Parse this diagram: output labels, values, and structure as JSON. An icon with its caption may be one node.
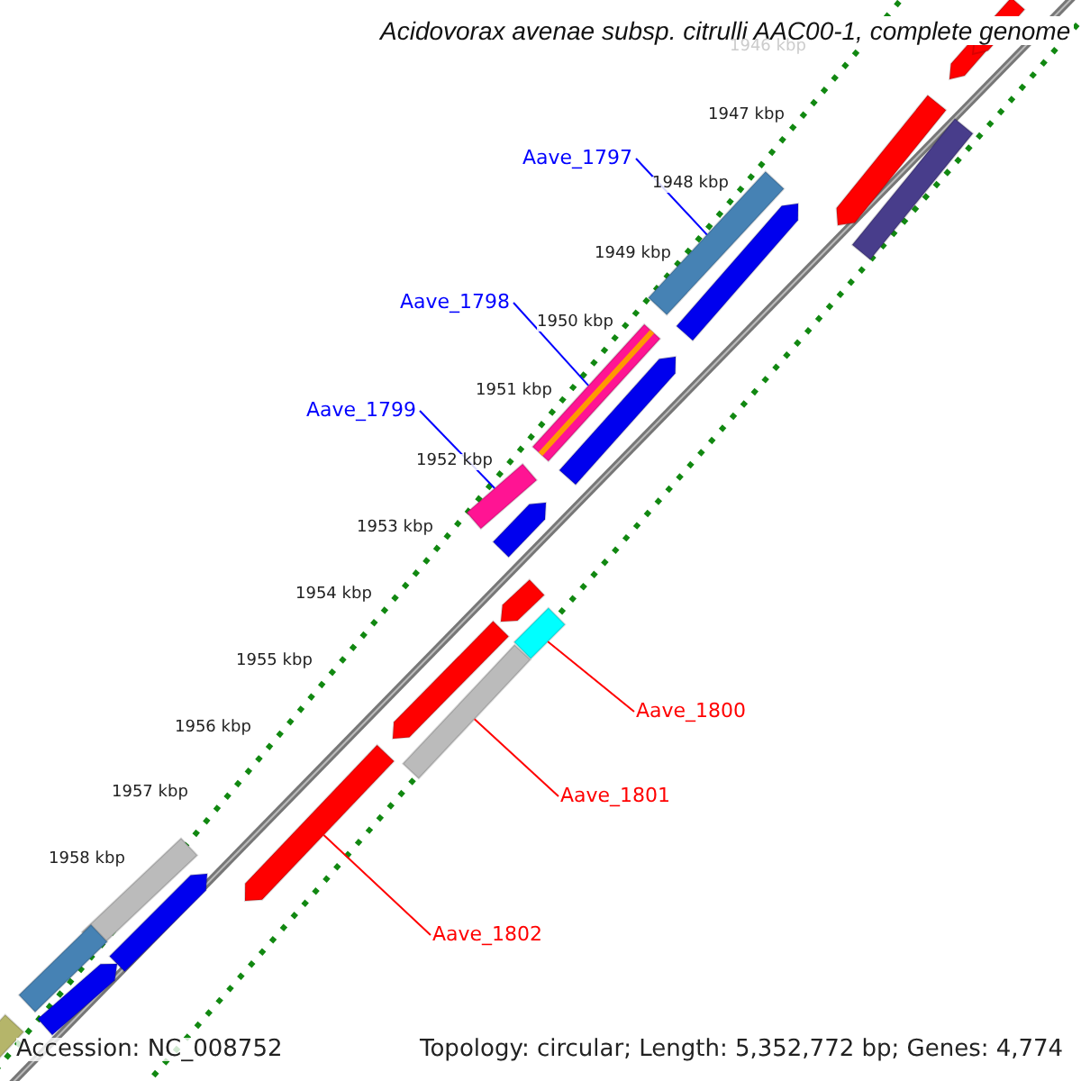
{
  "diagram": {
    "title": "Acidovorax avenae subsp. citrulli AAC00-1, complete genome",
    "nodes": [
      {
        "text": [
          "Aave_1797"
        ]
      },
      {
        "text": [
          "Aave_1798"
        ]
      },
      {
        "text": [
          "Aave_1799"
        ]
      },
      {
        "text": [
          "Aave_1800"
        ]
      },
      {
        "text": [
          "Aave_1801"
        ]
      },
      {
        "text": [
          "Aave_1802"
        ]
      },
      {
        "text": [],
        "shape": "bar"
      },
      {
        "text": [],
        "shape": "bar"
      },
      {
        "text": [],
        "shape": "bar"
      },
      {
        "text": [],
        "shape": "bar"
      },
      {
        "text": [],
        "shape": "bar"
      },
      {
        "text": [],
        "shape": "bar"
      }
    ],
    "edges": [
      {
        "from": 0,
        "to": 6,
        "arrow": "none",
        "color": "#0000ff"
      },
      {
        "from": 1,
        "to": 7,
        "arrow": "none",
        "color": "#0000ff"
      },
      {
        "from": 2,
        "to": 8,
        "arrow": "none",
        "color": "#0000ff"
      },
      {
        "from": 3,
        "to": 9,
        "arrow": "none",
        "color": "#ff0000"
      },
      {
        "from": 4,
        "to": 10,
        "arrow": "none",
        "color": "#ff0000"
      },
      {
        "from": 5,
        "to": 11,
        "arrow": "none",
        "color": "#ff0000"
      }
    ],
    "labels": [
      "1946 kbp",
      "1947 kbp",
      "1948 kbp",
      "1949 kbp",
      "1950 kbp",
      "1951 kbp",
      "1952 kbp",
      "1953 kbp",
      "1954 kbp",
      "1955 kbp",
      "1956 kbp",
      "1957 kbp",
      "1958 kbp",
      "Accession: NC_008752",
      "Topology: circular; Length: 5,352,772 bp; Genes: 4,774"
    ]
  }
}
